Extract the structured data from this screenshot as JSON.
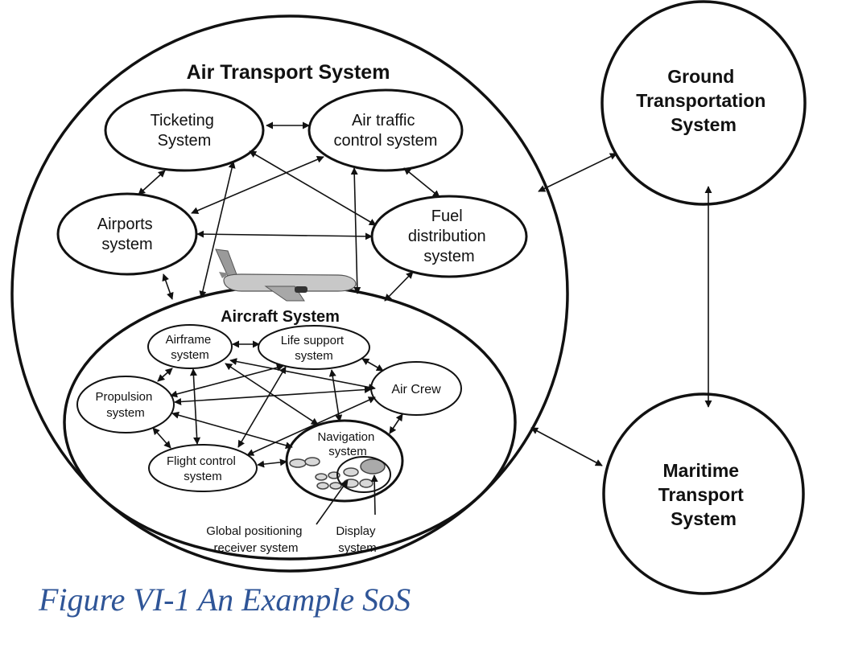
{
  "diagram": {
    "titles": {
      "air_transport": "Air Transport System",
      "aircraft": "Aircraft System"
    },
    "external_systems": {
      "ground": [
        "Ground",
        "Transportation",
        "System"
      ],
      "maritime": [
        "Maritime",
        "Transport",
        "System"
      ]
    },
    "air_subsystems": {
      "ticketing": [
        "Ticketing",
        "System"
      ],
      "atc": [
        "Air traffic",
        "control system"
      ],
      "airports": [
        "Airports",
        "system"
      ],
      "fuel": [
        "Fuel",
        "distribution",
        "system"
      ]
    },
    "aircraft_subsystems": {
      "airframe": [
        "Airframe",
        "system"
      ],
      "life_support": [
        "Life support",
        "system"
      ],
      "air_crew": [
        "Air Crew"
      ],
      "propulsion": [
        "Propulsion",
        "system"
      ],
      "flight_control": [
        "Flight control",
        "system"
      ],
      "navigation": [
        "Navigation",
        "system"
      ]
    },
    "callouts": {
      "gps": [
        "Global positioning",
        "receiver system"
      ],
      "display": [
        "Display",
        "system"
      ]
    }
  },
  "caption": "Figure VI-1 An Example SoS"
}
